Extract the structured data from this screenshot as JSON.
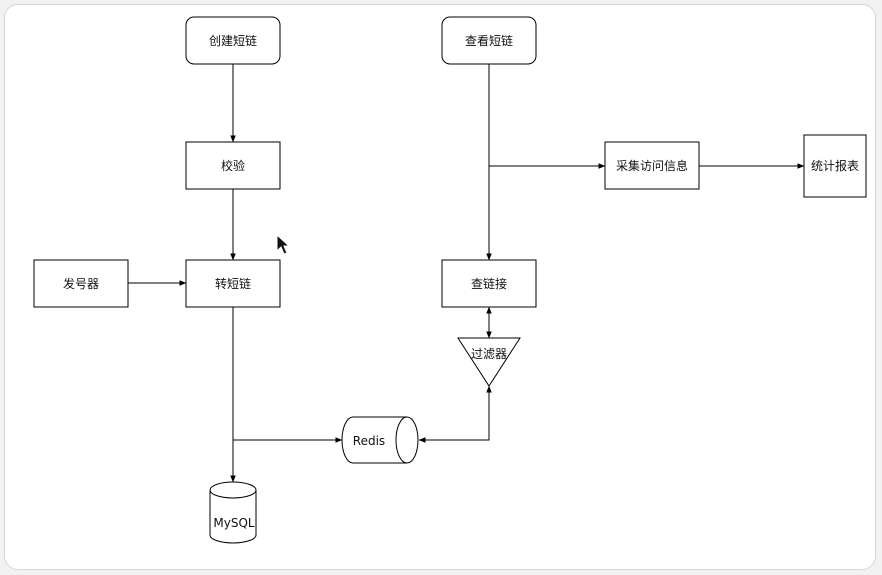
{
  "nodes": {
    "create_short_link": "创建短链",
    "validate": "校验",
    "number_generator": "发号器",
    "convert_short_link": "转短链",
    "view_short_link": "查看短链",
    "collect_visit_info": "采集访问信息",
    "stats_report": "统计报表",
    "lookup_link": "查链接",
    "filter": "过滤器",
    "redis": "Redis",
    "mysql": "MySQL"
  }
}
